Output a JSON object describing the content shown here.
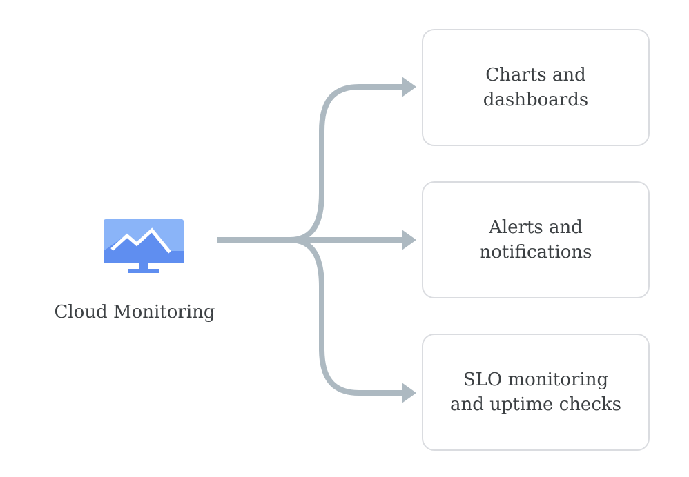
{
  "source": {
    "label": "Cloud Monitoring",
    "icon": "monitor-chart-icon"
  },
  "targets": [
    {
      "label": "Charts and\ndashboards"
    },
    {
      "label": "Alerts and\nnotifications"
    },
    {
      "label": "SLO monitoring\nand uptime checks"
    }
  ],
  "colors": {
    "connector": "#adb9c1",
    "box_border": "#dadce0",
    "icon_light": "#8ab4f8",
    "icon_dark": "#5f8ef0",
    "text": "#3c4043"
  }
}
